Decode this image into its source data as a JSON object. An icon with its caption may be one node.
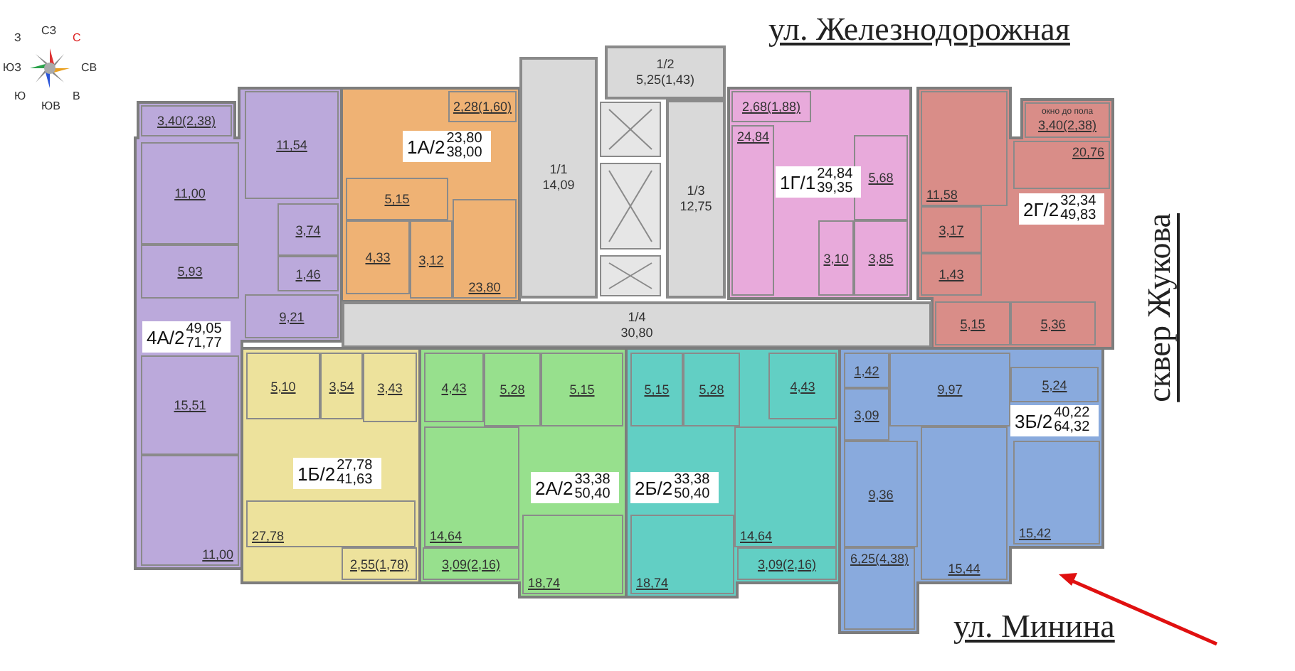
{
  "diagram": {
    "nodes": [
      {
        "text": [
          "4А/2",
          "49,05 71,77"
        ]
      },
      {
        "text": [
          "3,40(2,38)"
        ],
        "in": 0
      },
      {
        "text": [
          "11,54"
        ],
        "in": 0
      },
      {
        "text": [
          "11,00"
        ],
        "in": 0
      },
      {
        "text": [
          "3,74"
        ],
        "in": 0
      },
      {
        "text": [
          "1,46"
        ],
        "in": 0
      },
      {
        "text": [
          "5,93"
        ],
        "in": 0
      },
      {
        "text": [
          "9,21"
        ],
        "in": 0
      },
      {
        "text": [
          "15,51"
        ],
        "in": 0
      },
      {
        "text": [
          "11,00"
        ],
        "in": 0
      },
      {
        "text": [
          "1А/2",
          "23,80 38,00"
        ]
      },
      {
        "text": [
          "2,28(1,60)"
        ],
        "in": 10
      },
      {
        "text": [
          "5,15"
        ],
        "in": 10
      },
      {
        "text": [
          "4,33"
        ],
        "in": 10
      },
      {
        "text": [
          "3,12"
        ],
        "in": 10
      },
      {
        "text": [
          "23,80"
        ],
        "in": 10
      },
      {
        "text": [
          "1/2",
          "5,25(1,43)"
        ]
      },
      {
        "text": [
          "1/1",
          "14,09"
        ]
      },
      {
        "text": [
          "1/3",
          "12,75"
        ]
      },
      {
        "text": [
          "1Г/1",
          "24,84 39,35"
        ]
      },
      {
        "text": [
          "2,68(1,88)"
        ],
        "in": 19
      },
      {
        "text": [
          "24,84"
        ],
        "in": 19
      },
      {
        "text": [
          "5,68"
        ],
        "in": 19
      },
      {
        "text": [
          "3,10"
        ],
        "in": 19
      },
      {
        "text": [
          "3,85"
        ],
        "in": 19
      },
      {
        "text": [
          "2Г/2",
          "32,34 49,83"
        ]
      },
      {
        "text": [
          "окно до пола",
          "3,40(2,38)"
        ],
        "in": 25
      },
      {
        "text": [
          "11,58"
        ],
        "in": 25
      },
      {
        "text": [
          "20,76"
        ],
        "in": 25
      },
      {
        "text": [
          "3,17"
        ],
        "in": 25
      },
      {
        "text": [
          "1,43"
        ],
        "in": 25
      },
      {
        "text": [
          "5,15"
        ],
        "in": 25
      },
      {
        "text": [
          "5,36"
        ],
        "in": 25
      },
      {
        "text": [
          "1/4",
          "30,80"
        ]
      },
      {
        "text": [
          "1Б/2",
          "27,78 41,63"
        ]
      },
      {
        "text": [
          "5,10"
        ],
        "in": 34
      },
      {
        "text": [
          "3,54"
        ],
        "in": 34
      },
      {
        "text": [
          "3,43"
        ],
        "in": 34
      },
      {
        "text": [
          "27,78"
        ],
        "in": 34
      },
      {
        "text": [
          "2,55(1,78)"
        ],
        "in": 34
      },
      {
        "text": [
          "2А/2",
          "33,38 50,40"
        ]
      },
      {
        "text": [
          "4,43"
        ],
        "in": 40
      },
      {
        "text": [
          "5,28"
        ],
        "in": 40
      },
      {
        "text": [
          "5,15"
        ],
        "in": 40
      },
      {
        "text": [
          "14,64"
        ],
        "in": 40
      },
      {
        "text": [
          "18,74"
        ],
        "in": 40
      },
      {
        "text": [
          "3,09(2,16)"
        ],
        "in": 40
      },
      {
        "text": [
          "2Б/2",
          "33,38 50,40"
        ]
      },
      {
        "text": [
          "5,15"
        ],
        "in": 47
      },
      {
        "text": [
          "5,28"
        ],
        "in": 47
      },
      {
        "text": [
          "4,43"
        ],
        "in": 47
      },
      {
        "text": [
          "18,74"
        ],
        "in": 47
      },
      {
        "text": [
          "14,64"
        ],
        "in": 47
      },
      {
        "text": [
          "3,09(2,16)"
        ],
        "in": 47
      },
      {
        "text": [
          "3Б/2",
          "40,22 64,32"
        ]
      },
      {
        "text": [
          "1,42"
        ],
        "in": 54
      },
      {
        "text": [
          "9,97"
        ],
        "in": 54
      },
      {
        "text": [
          "5,24"
        ],
        "in": 54
      },
      {
        "text": [
          "3,09"
        ],
        "in": 54
      },
      {
        "text": [
          "15,42"
        ],
        "in": 54
      },
      {
        "text": [
          "9,36"
        ],
        "in": 54
      },
      {
        "text": [
          "15,44"
        ],
        "in": 54
      },
      {
        "text": [
          "6,25(4,38)"
        ],
        "in": 54
      }
    ],
    "labels": [
      "СЗ",
      "С",
      "СВ",
      "В",
      "ЮВ",
      "Ю",
      "ЮЗ",
      "З",
      "ул. Железнодорожная",
      "сквер Жукова",
      "ул. Минина"
    ]
  }
}
